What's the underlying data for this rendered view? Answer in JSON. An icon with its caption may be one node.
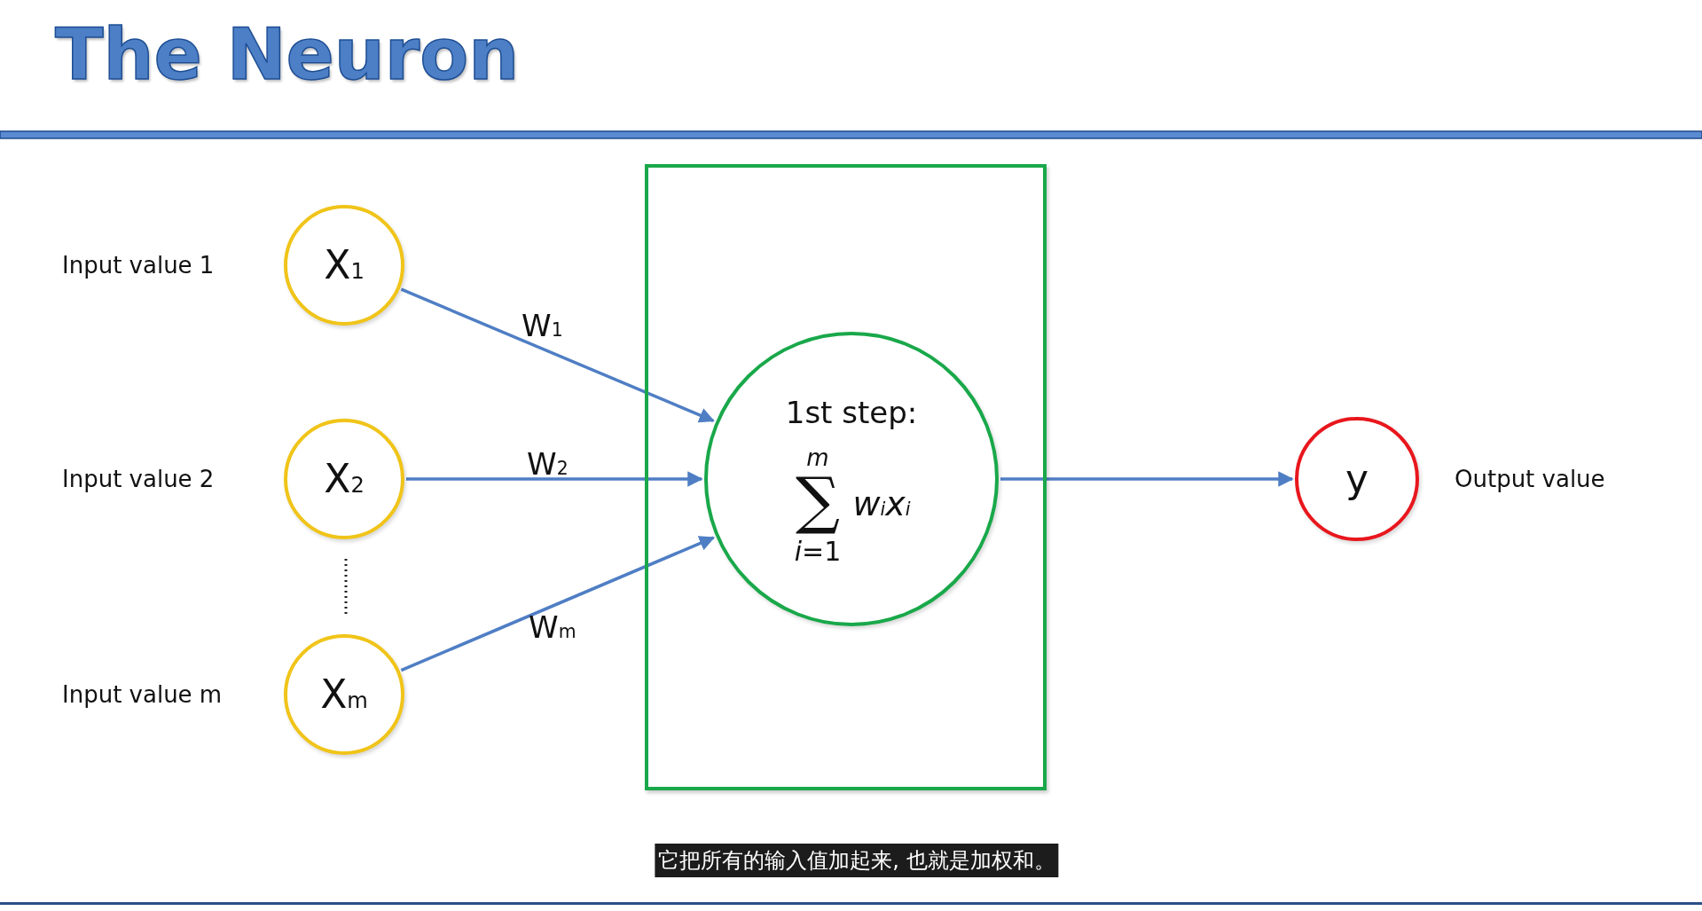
{
  "diagram": {
    "title": "The Neuron",
    "caption": "它把所有的输入值加起来, 也就是加权和。",
    "nodes": [
      {
        "text": [
          "X$_{1}$"
        ],
        "beside": [
          "Input value 1"
        ]
      },
      {
        "text": [
          "X$_{2}$"
        ],
        "beside": [
          "Input value 2"
        ]
      },
      {
        "text": [
          "X$_{m}$"
        ],
        "beside": [
          "Input value m"
        ]
      },
      {
        "text": [],
        "shape": "box"
      },
      {
        "text": [
          "1st step:",
          "m",
          "∑",
          "w$_{i}$x$_{i}$",
          "*i*=1"
        ],
        "in": 3
      },
      {
        "text": [
          "y"
        ],
        "beside": [
          "Output value"
        ]
      }
    ],
    "edges": [
      {
        "from": 0,
        "to": 4,
        "arrow": "to",
        "label": "W$_{1}$"
      },
      {
        "from": 1,
        "to": 4,
        "arrow": "to",
        "label": "W$_{2}$"
      },
      {
        "from": 2,
        "to": 4,
        "arrow": "to",
        "label": "W$_{m}$"
      },
      {
        "from": 4,
        "to": 5,
        "arrow": "to"
      }
    ]
  }
}
